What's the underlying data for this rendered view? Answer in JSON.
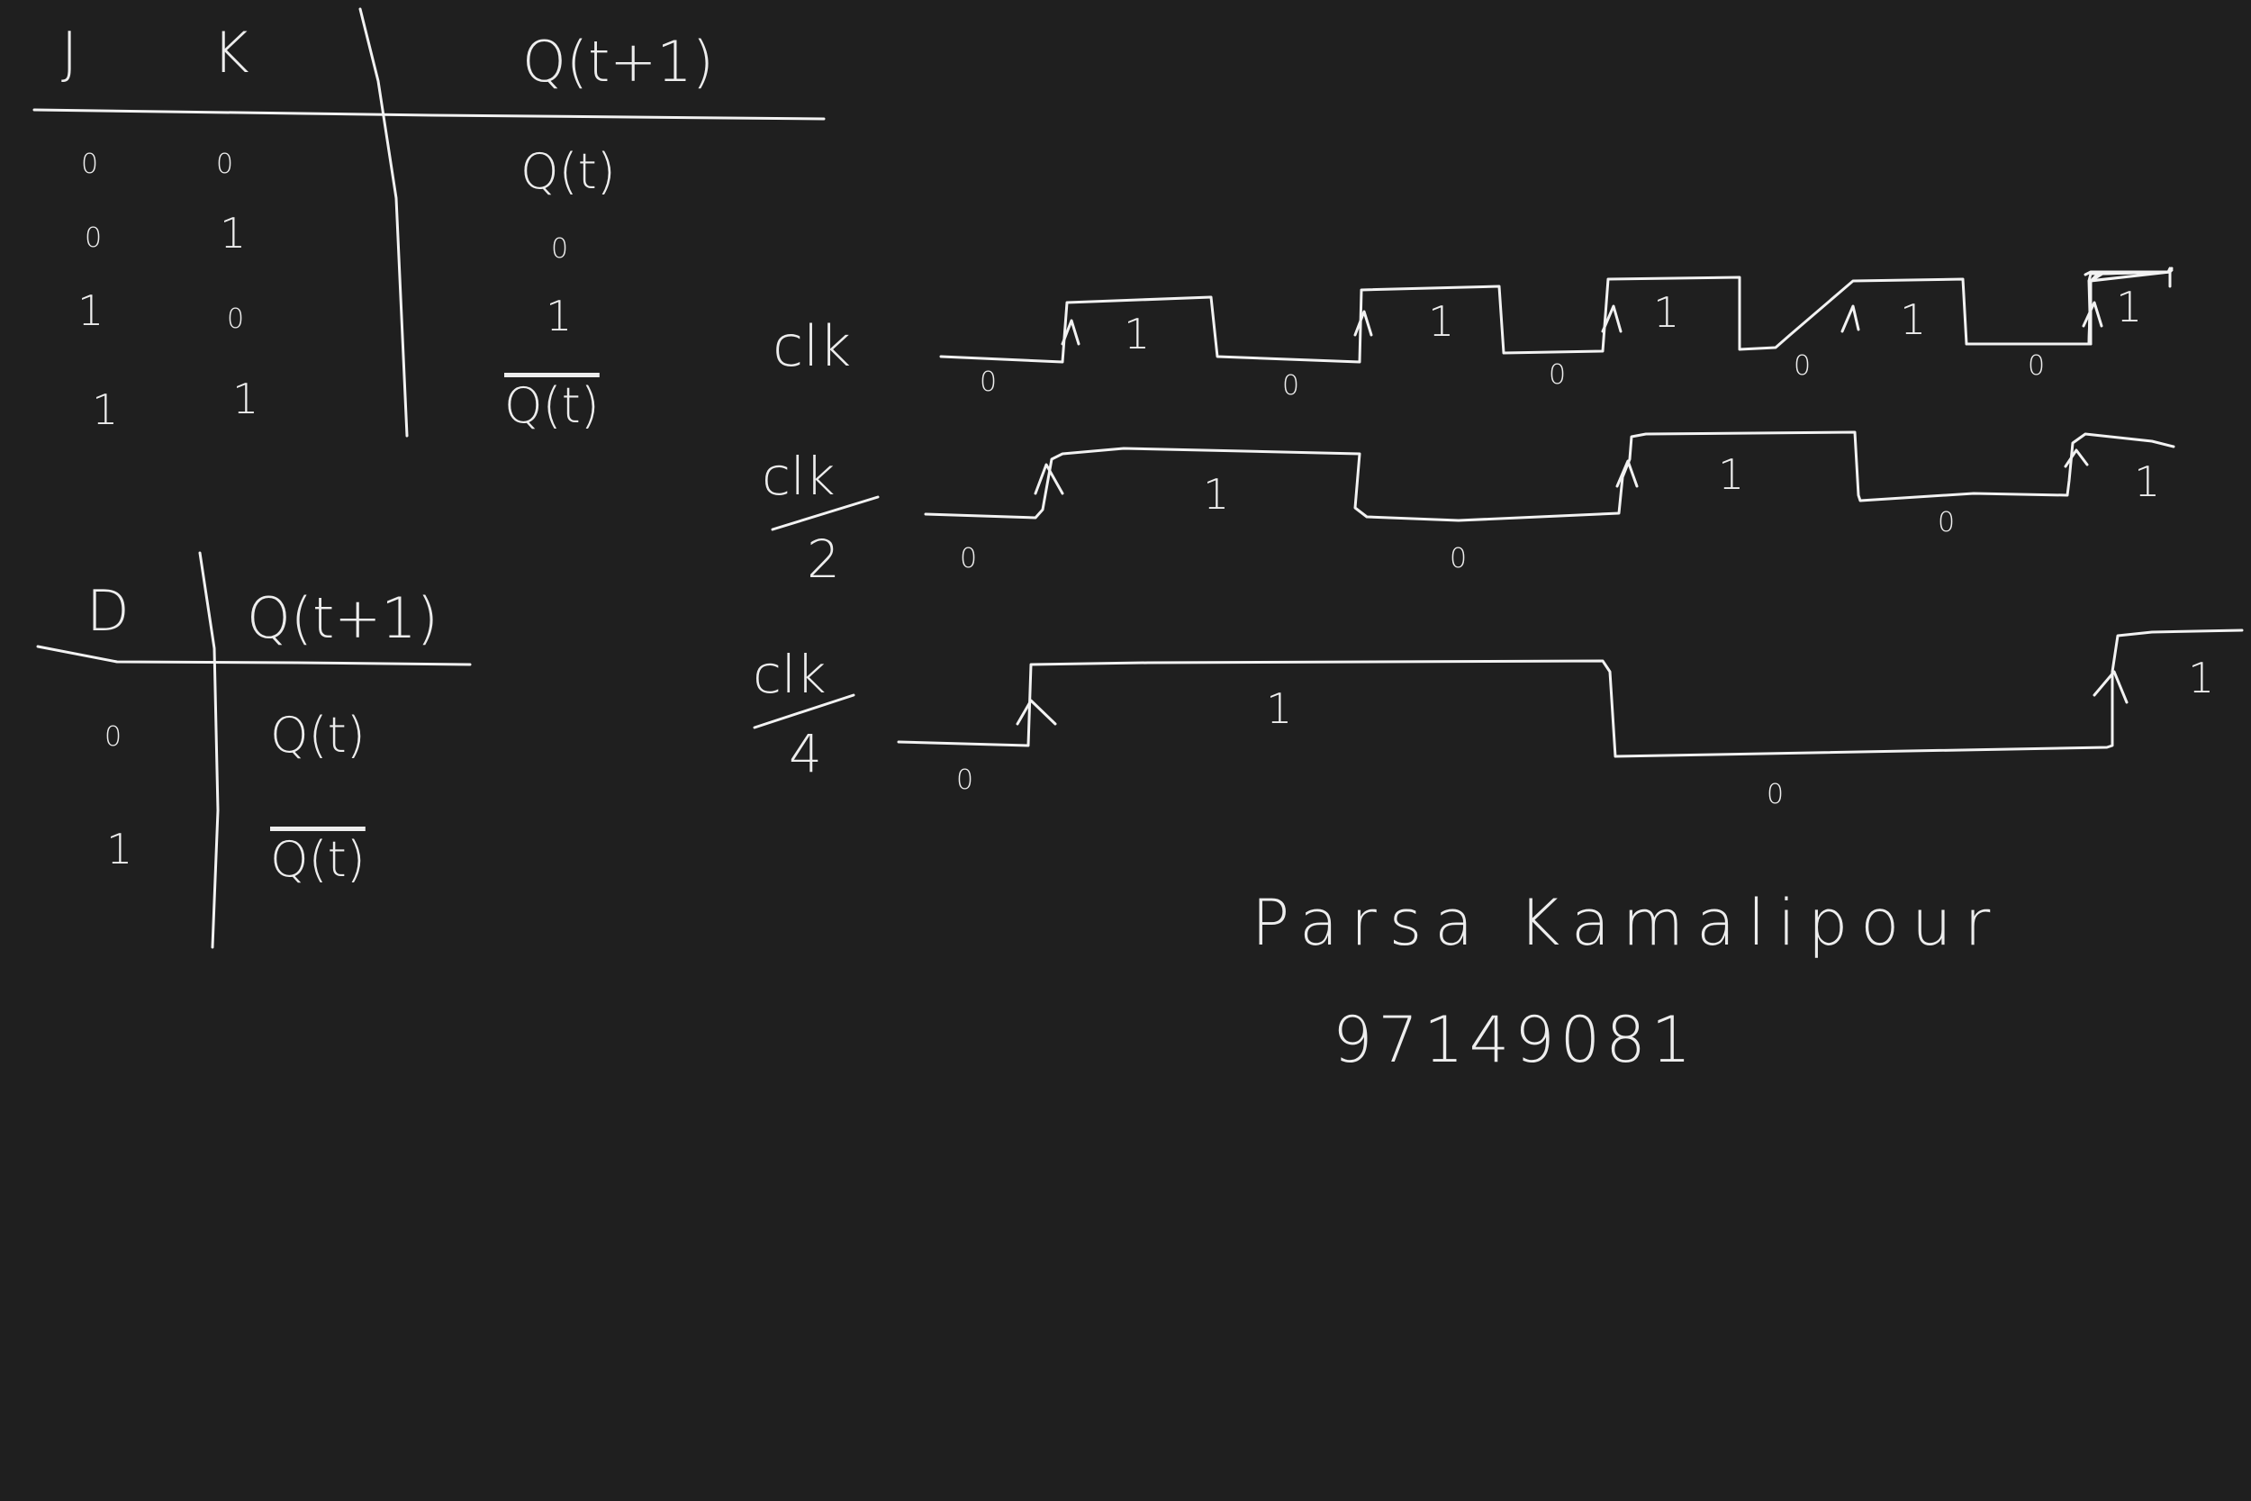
{
  "jk_table": {
    "headers": {
      "j": "J",
      "k": "K",
      "q_next": "Q(t+1)"
    },
    "rows": [
      {
        "j": "0",
        "k": "0",
        "q_next": "Q(t)",
        "q_bar": false
      },
      {
        "j": "0",
        "k": "1",
        "q_next": "0",
        "q_bar": false
      },
      {
        "j": "1",
        "k": "0",
        "q_next": "1",
        "q_bar": false
      },
      {
        "j": "1",
        "k": "1",
        "q_next": "Q(t)",
        "q_bar": true
      }
    ]
  },
  "d_table": {
    "headers": {
      "d": "D",
      "q_next": "Q(t+1)"
    },
    "rows": [
      {
        "d": "0",
        "q_next": "Q(t)",
        "q_bar": false
      },
      {
        "d": "1",
        "q_next": "Q(t)",
        "q_bar": true
      }
    ]
  },
  "waveforms": {
    "clk": {
      "label": "clk",
      "levels": [
        "0",
        "1",
        "0",
        "1",
        "0",
        "1",
        "0",
        "1",
        "0",
        "1"
      ]
    },
    "clk2": {
      "label_top": "clk",
      "label_bottom": "2",
      "levels": [
        "0",
        "1",
        "0",
        "1",
        "0",
        "1"
      ]
    },
    "clk4": {
      "label_top": "clk",
      "label_bottom": "4",
      "levels": [
        "0",
        "1",
        "0",
        "1"
      ]
    }
  },
  "signature": {
    "name": "Parsa Kamalipour",
    "id": "97149081"
  },
  "colors": {
    "background": "#1f1f1f",
    "ink": "#f2f2f2"
  }
}
